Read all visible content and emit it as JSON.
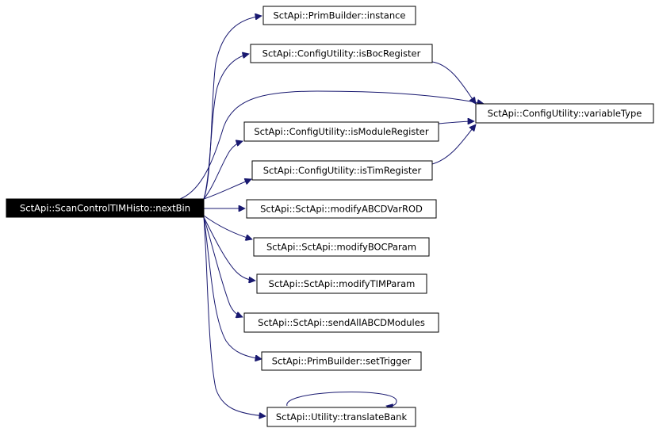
{
  "graph": {
    "nodes": [
      {
        "id": "root",
        "label": "SctApi::ScanControlTIMHisto::nextBin"
      },
      {
        "id": "instance",
        "label": "SctApi::PrimBuilder::instance"
      },
      {
        "id": "isBoc",
        "label": "SctApi::ConfigUtility::isBocRegister"
      },
      {
        "id": "varType",
        "label": "SctApi::ConfigUtility::variableType"
      },
      {
        "id": "isModule",
        "label": "SctApi::ConfigUtility::isModuleRegister"
      },
      {
        "id": "isTim",
        "label": "SctApi::ConfigUtility::isTimRegister"
      },
      {
        "id": "abcd",
        "label": "SctApi::SctApi::modifyABCDVarROD"
      },
      {
        "id": "boc",
        "label": "SctApi::SctApi::modifyBOCParam"
      },
      {
        "id": "tim",
        "label": "SctApi::SctApi::modifyTIMParam"
      },
      {
        "id": "sendAll",
        "label": "SctApi::SctApi::sendAllABCDModules"
      },
      {
        "id": "trigger",
        "label": "SctApi::PrimBuilder::setTrigger"
      },
      {
        "id": "translate",
        "label": "SctApi::Utility::translateBank"
      }
    ],
    "edges": [
      {
        "from": "root",
        "to": "instance"
      },
      {
        "from": "root",
        "to": "isBoc"
      },
      {
        "from": "root",
        "to": "varType"
      },
      {
        "from": "root",
        "to": "isModule"
      },
      {
        "from": "root",
        "to": "isTim"
      },
      {
        "from": "root",
        "to": "abcd"
      },
      {
        "from": "root",
        "to": "boc"
      },
      {
        "from": "root",
        "to": "tim"
      },
      {
        "from": "root",
        "to": "sendAll"
      },
      {
        "from": "root",
        "to": "trigger"
      },
      {
        "from": "root",
        "to": "translate"
      },
      {
        "from": "isBoc",
        "to": "varType"
      },
      {
        "from": "isModule",
        "to": "varType"
      },
      {
        "from": "isTim",
        "to": "varType"
      },
      {
        "from": "translate",
        "to": "translate"
      }
    ],
    "colors": {
      "edge": "#191970",
      "root_fill": "#000000",
      "root_text": "#ffffff",
      "node_fill": "#ffffff",
      "node_border": "#000000"
    }
  }
}
